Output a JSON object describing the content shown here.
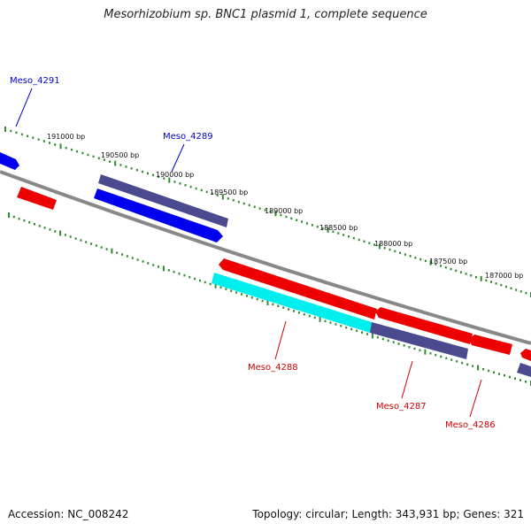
{
  "title": "Mesorhizobium sp. BNC1 plasmid 1, complete sequence",
  "accession": "Accession: NC_008242",
  "stats": "Topology: circular; Length: 343,931 bp; Genes: 321",
  "colors": {
    "backbone": "#888888",
    "tick": "#2e8b2e",
    "forward_gene": "#0000ee",
    "forward_gene_alt": "#4b4a8f",
    "reverse_gene": "#ee0000",
    "reverse_cds_alt": "#00eeee",
    "forward_label": "#0000cc",
    "reverse_label": "#cc0000"
  },
  "scale_labels": [
    "191000 bp",
    "190500 bp",
    "190000 bp",
    "189500 bp",
    "189000 bp",
    "188500 bp",
    "188000 bp",
    "187500 bp",
    "187000 bp"
  ],
  "gene_labels": [
    {
      "text": "Meso_4291",
      "strand": "forward"
    },
    {
      "text": "Meso_4289",
      "strand": "forward"
    },
    {
      "text": "Meso_4288",
      "strand": "reverse"
    },
    {
      "text": "Meso_4287",
      "strand": "reverse"
    },
    {
      "text": "Meso_4286",
      "strand": "reverse"
    }
  ]
}
